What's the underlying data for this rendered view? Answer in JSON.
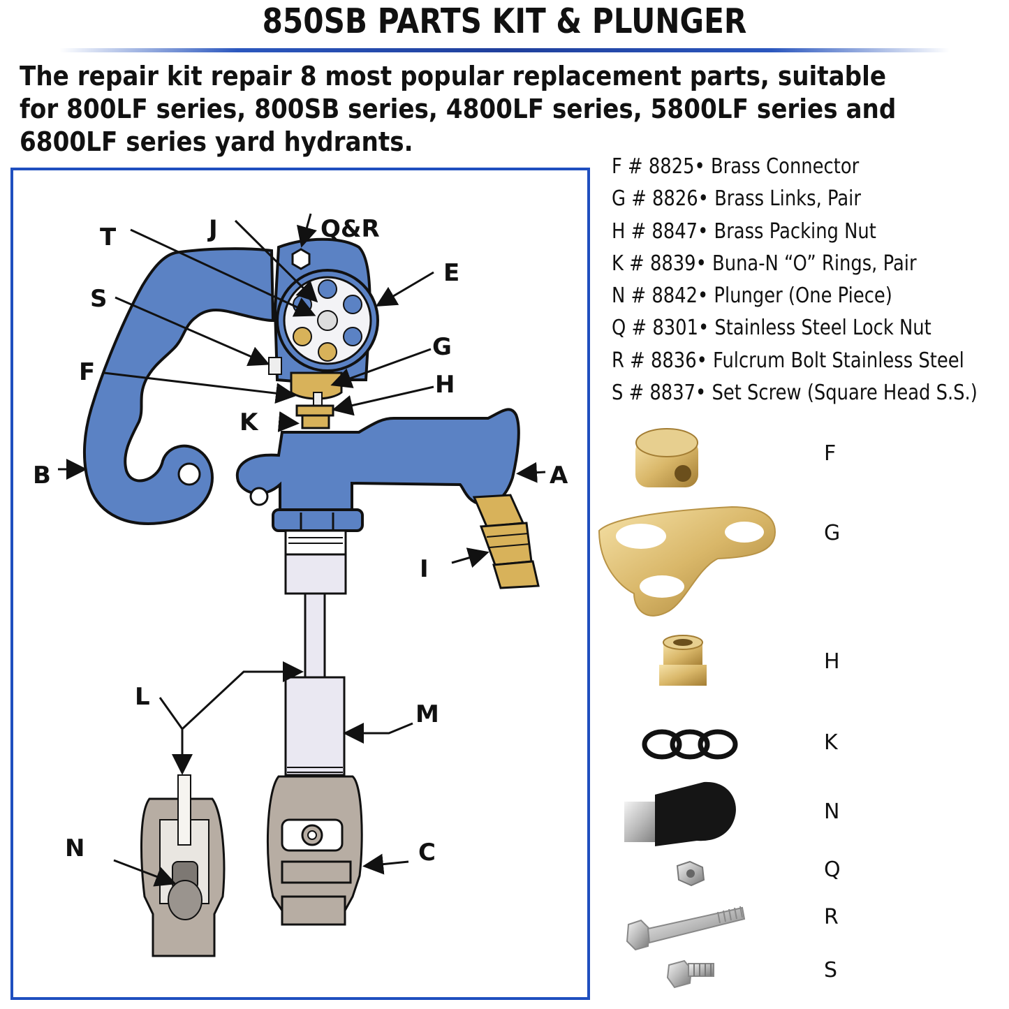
{
  "title": "850SB PARTS KIT & PLUNGER",
  "intro": "The repair kit repair 8 most popular replacement parts, suitable for  800LF series, 800SB series, 4800LF series, 5800LF series and 6800LF series yard hydrants.",
  "colors": {
    "frame_border": "#1f4fbf",
    "hydrant_blue": "#5b82c4",
    "brass": "#d8b25a",
    "title_rule": "#2b57be"
  },
  "diagram_labels": {
    "T": "T",
    "J": "J",
    "QR": "Q&R",
    "E": "E",
    "S": "S",
    "G": "G",
    "F": "F",
    "H": "H",
    "K": "K",
    "B": "B",
    "A": "A",
    "I": "I",
    "L": "L",
    "M": "M",
    "N": "N",
    "C": "C"
  },
  "parts_list": [
    "F # 8825• Brass Connector",
    "G # 8826• Brass Links, Pair",
    "H # 8847• Brass Packing Nut",
    "K # 8839• Buna-N “O” Rings, Pair",
    "N # 8842• Plunger (One Piece)",
    "Q # 8301• Stainless Steel Lock Nut",
    "R # 8836• Fulcrum Bolt Stainless Steel",
    "S # 8837• Set Screw (Square Head S.S.)"
  ],
  "photo_labels": [
    "F",
    "G",
    "H",
    "K",
    "N",
    "Q",
    "R",
    "S"
  ]
}
